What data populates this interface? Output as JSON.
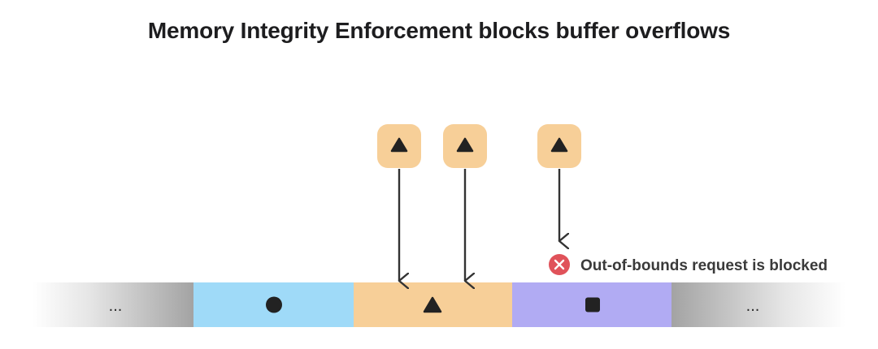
{
  "title": "Memory Integrity Enforcement blocks buffer overflows",
  "memory": {
    "blocks": [
      {
        "kind": "ellipsis",
        "label": "...",
        "color": "#a6a6a6"
      },
      {
        "kind": "circle-tag",
        "label": "",
        "color": "#9fdaf8"
      },
      {
        "kind": "triangle-tag",
        "label": "",
        "color": "#f7cf98"
      },
      {
        "kind": "square-tag",
        "label": "",
        "color": "#b1abf3"
      },
      {
        "kind": "ellipsis",
        "label": "...",
        "color": "#a6a6a6"
      }
    ]
  },
  "pointers": [
    {
      "tag": "triangle",
      "target": "triangle-tag block",
      "outcome": "allowed"
    },
    {
      "tag": "triangle",
      "target": "triangle-tag block",
      "outcome": "allowed"
    },
    {
      "tag": "triangle",
      "target": "square-tag block",
      "outcome": "blocked"
    }
  ],
  "blocked_note": {
    "icon": "x-circle-icon",
    "text": "Out-of-bounds request is blocked",
    "color": "#e0525a"
  },
  "colors": {
    "pointer_tag": "#f7cf98",
    "arrow": "#333333",
    "glyph": "#222222"
  }
}
